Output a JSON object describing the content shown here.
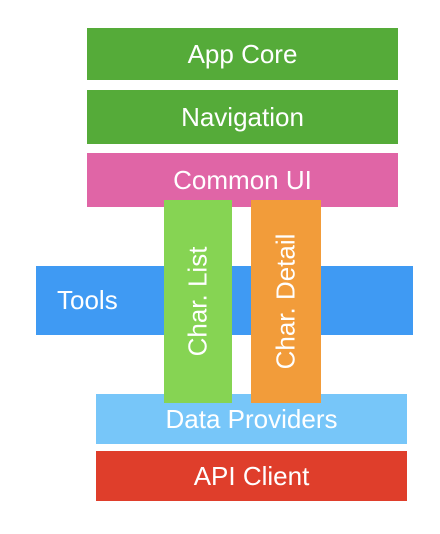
{
  "diagram": {
    "layers": [
      {
        "id": "app_core",
        "label": "App Core",
        "color": "#55ab39"
      },
      {
        "id": "navigation",
        "label": "Navigation",
        "color": "#55ab39"
      },
      {
        "id": "common_ui",
        "label": "Common UI",
        "color": "#e065a6"
      },
      {
        "id": "tools",
        "label": "Tools",
        "color": "#3f9af3"
      },
      {
        "id": "data_providers",
        "label": "Data Providers",
        "color": "#77c6f9"
      },
      {
        "id": "api_client",
        "label": "API Client",
        "color": "#df3e2b"
      }
    ],
    "features": [
      {
        "id": "char_list",
        "label": "Char. List",
        "color": "#86d453"
      },
      {
        "id": "char_detail",
        "label": "Char. Detail",
        "color": "#f29c3a"
      }
    ]
  }
}
